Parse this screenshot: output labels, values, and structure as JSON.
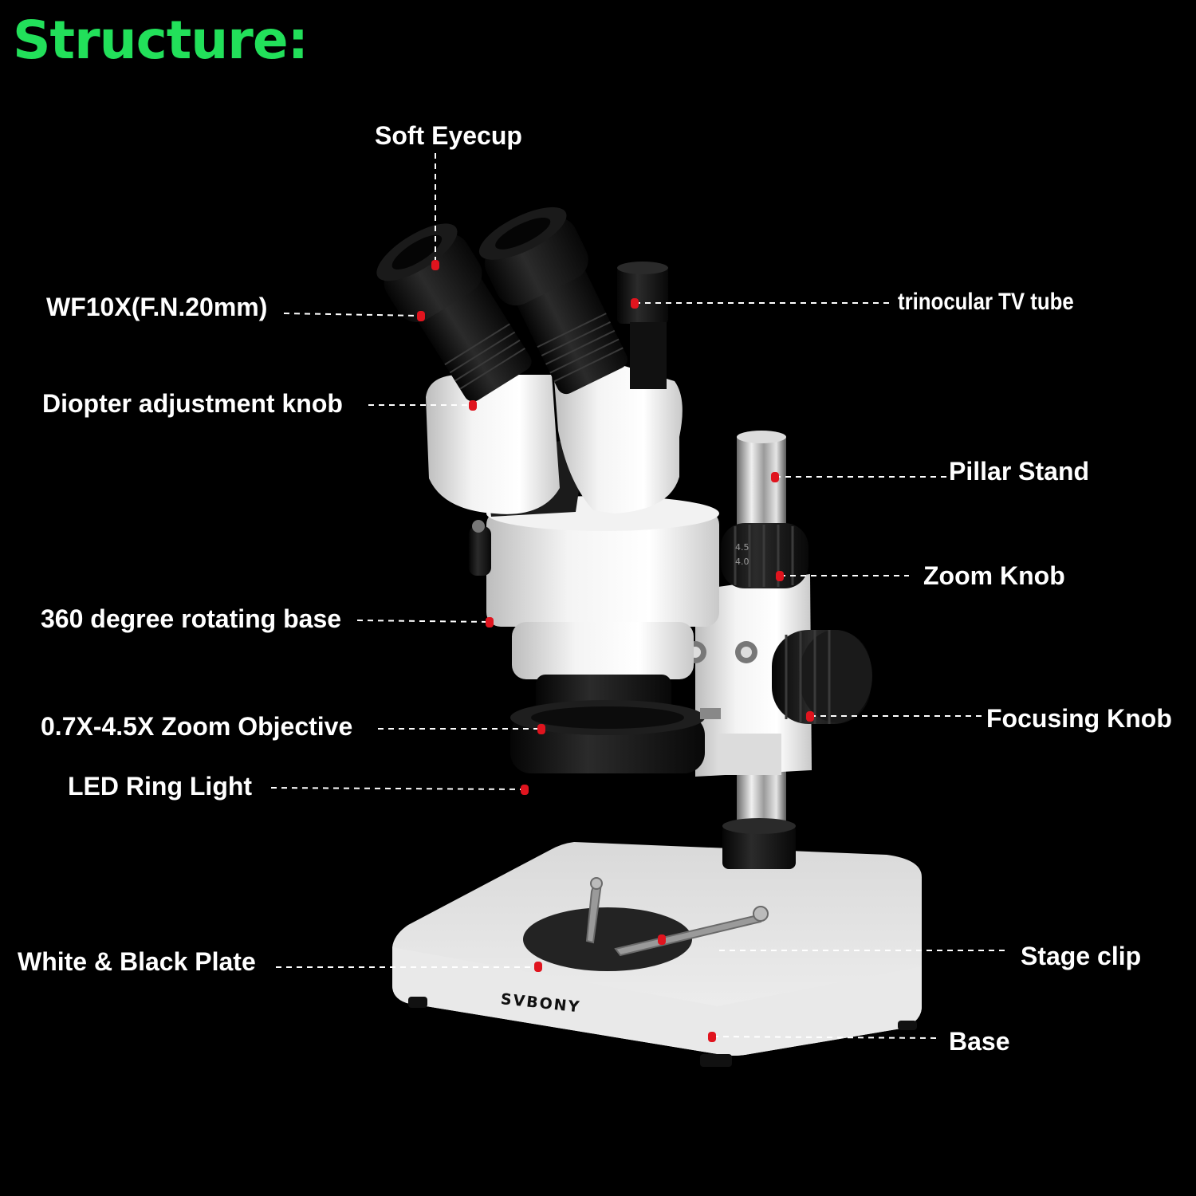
{
  "title": "Structure:",
  "brand": "SVBONY",
  "marker_color": "#e0141e",
  "title_color": "#22e05a",
  "labels": {
    "soft_eyecup": "Soft  Eyecup",
    "wf10x": "WF10X(F.N.20mm)",
    "trinocular": "trinocular TV tube",
    "diopter": "Diopter adjustment knob",
    "pillar": "Pillar Stand",
    "zoom_knob": "Zoom Knob",
    "rotating_base": "360 degree rotating base",
    "zoom_objective": "0.7X-4.5X Zoom Objective",
    "focusing_knob": "Focusing Knob",
    "led_ring": "LED Ring Light",
    "plate": "White & Black Plate",
    "stage_clip": "Stage clip",
    "base": "Base"
  }
}
